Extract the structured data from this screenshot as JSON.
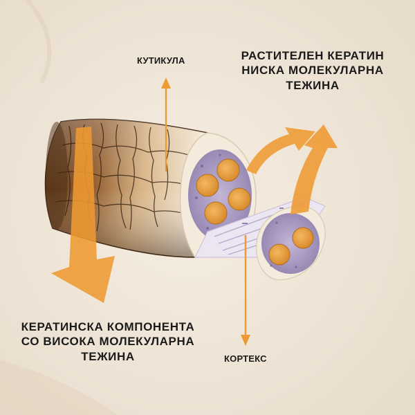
{
  "diagram": {
    "labels": {
      "cuticle": "КУТИКУЛА",
      "cortex": "КОРТЕКС",
      "plant_keratin": [
        "РАСТИТЕЛЕН КЕРАТИН",
        "НИСКА МОЛЕКУЛАРНА",
        "ТЕЖИНА"
      ],
      "keratin_component": [
        "КЕРАТИНСКА КОМПОНЕНТА",
        "СО ВИСОКА МОЛЕКУЛАРНА",
        "ТЕЖИНА"
      ]
    },
    "colors": {
      "background": "#efe5d8",
      "arrow": "#ee9a32",
      "label_text": "#1a1a1a",
      "cuticle_dark": "#6a4220",
      "cuticle_light": "#f3ead9",
      "cortex_fiber": "#a99bc3",
      "macrofibril": "#e6a142"
    }
  }
}
